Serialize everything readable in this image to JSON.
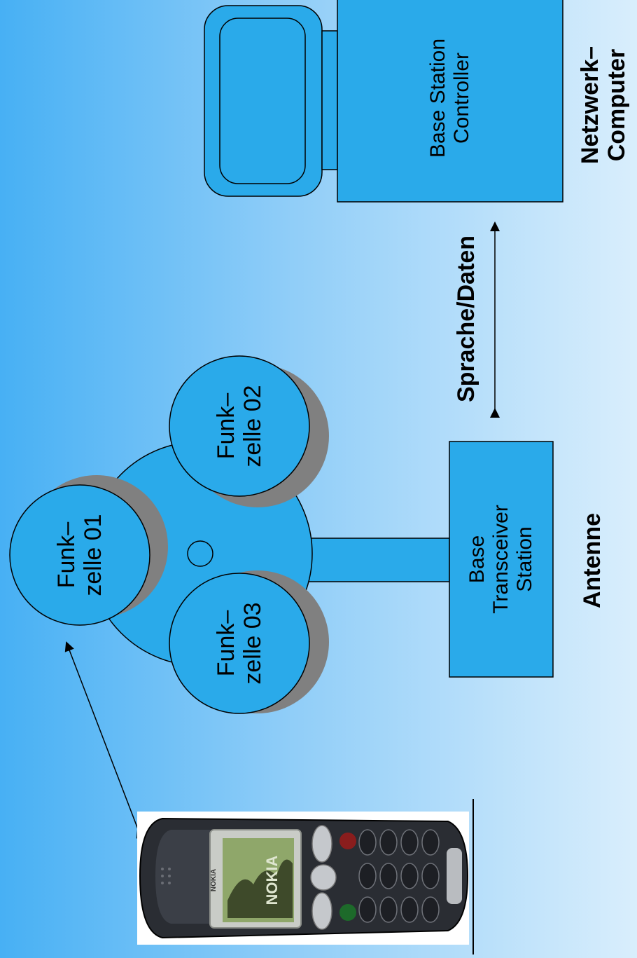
{
  "colors": {
    "shape_fill": "#2aaaea",
    "shadow": "#808080",
    "outline": "#000000"
  },
  "cells": [
    {
      "line1": "Funk–",
      "line2": "zelle 01"
    },
    {
      "line1": "Funk–",
      "line2": "zelle 02"
    },
    {
      "line1": "Funk–",
      "line2": "zelle 03"
    }
  ],
  "bts": {
    "line1": "Base",
    "line2": "Transceiver",
    "line3": "Station"
  },
  "bsc": {
    "line1": "Base Station",
    "line2": "Controller"
  },
  "labels": {
    "antenne": "Antenne",
    "sprache_daten": "Sprache/Daten",
    "netzwerk_line1": "Netzwerk–",
    "netzwerk_line2": "Computer"
  },
  "phone": {
    "brand": "NOKIA",
    "icon": "mobile-phone-icon"
  }
}
